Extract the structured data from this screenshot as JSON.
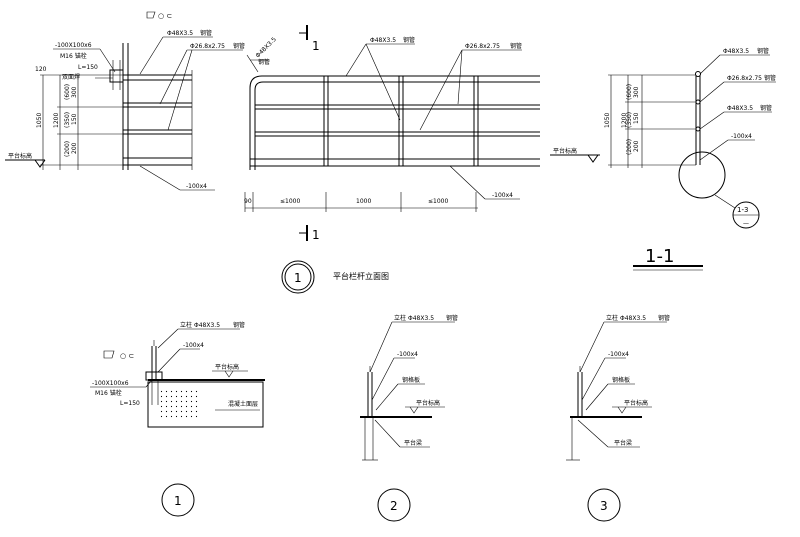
{
  "section_marks": {
    "top": "1",
    "bottom": "1"
  },
  "elevation": {
    "title_number": "1",
    "title": "平台栏杆立面图",
    "handrail": "Φ48X3.5",
    "handrail_mat": "钢管",
    "rail_mid": "Φ26.8x2.75",
    "rail_mid_mat": "钢管",
    "rail_right": "Φ26.8x2.75",
    "rail_right_mat": "钢管",
    "top_rail_label": "Φ48X3.5",
    "top_rail_mat": "钢管",
    "post_label": "钢管",
    "plate_left": "-100X100x6",
    "bolt_left": "M16  锚栓",
    "bolt_len": "L=150",
    "flat_bar_left": "-100x4",
    "flat_bar_right": "-100x4",
    "platform_label": "平台标高",
    "weld_label": "双面焊",
    "dim_total": "1050",
    "dim_top": "1200",
    "dim_a": "(600)",
    "dim_b": "(350)",
    "dim_c": "(200)",
    "dim_a_small": "300",
    "dim_b_small": "150",
    "dim_c_small": "200",
    "span_1": "90",
    "span_2": "≤1000",
    "span_3": "1000",
    "span_4": "≤1000",
    "gap_mark": "120"
  },
  "section_1_1": {
    "title": "1-1",
    "handrail": "Φ48X3.5",
    "handrail_mat": "钢管",
    "mid_rail": "Φ26.8x2.75",
    "mid_rail_mat": "钢管",
    "post": "Φ48X3.5",
    "post_mat": "钢管",
    "flat_bar": "-100x4",
    "platform_label": "平台标高",
    "dim_total": "1050",
    "dim_top": "1200",
    "dim_a": "(600)",
    "dim_b": "(350)",
    "dim_c": "(200)",
    "dim_a_small": "300",
    "dim_b_small": "150",
    "dim_c_small": "200",
    "callout": "1-3",
    "callout_sub": "—"
  },
  "details": [
    {
      "number": "1",
      "post": "Φ48X3.5",
      "post_prefix": "立柱",
      "post_mat": "钢管",
      "flat_bar": "-100x4",
      "plate": "-100X100x6",
      "bolt": "M16  锚栓",
      "bolt_len": "L=150",
      "platform_label": "平台标高",
      "concrete_label": "混凝土面层"
    },
    {
      "number": "2",
      "post": "Φ48X3.5",
      "post_prefix": "立柱",
      "post_mat": "钢管",
      "flat_bar": "-100x4",
      "grating_label": "钢格板",
      "platform_label": "平台标高",
      "beam_label": "平台梁"
    },
    {
      "number": "3",
      "post": "Φ48X3.5",
      "post_prefix": "立柱",
      "post_mat": "钢管",
      "flat_bar": "-100x4",
      "grating_label": "钢格板",
      "platform_label": "平台标高",
      "beam_label": "平台梁"
    }
  ]
}
